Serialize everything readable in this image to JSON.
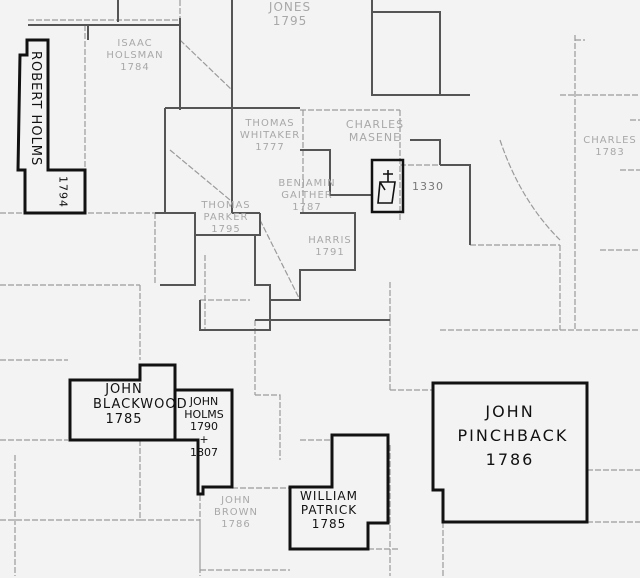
{
  "map": {
    "colors": {
      "ink": "#111111",
      "faint": "#9a9a9a",
      "paper": "#f3f3f3"
    },
    "parcels_highlighted": [
      {
        "name": "ROBERT HOLMS",
        "year": "1794"
      },
      {
        "name": "JOHN BLACKWOOD",
        "year": "1785"
      },
      {
        "name": "JOHN HOLMS",
        "year": "1790 + 1807"
      },
      {
        "name": "WILLIAM PATRICK",
        "year": "1785"
      },
      {
        "name": "JOHN PINCHBACK",
        "year": "1786"
      }
    ],
    "parcels_faint": [
      {
        "name": "JONES",
        "year": "1795"
      },
      {
        "name": "ISAAC HOLSMAN",
        "year": "1784"
      },
      {
        "name": "THOMAS WHITAKER",
        "year": "1777"
      },
      {
        "name": "CHARLES MASENE",
        "year": ""
      },
      {
        "name": "BENJAMIN GAITHER",
        "year": "1787"
      },
      {
        "name": "THOMAS PARKER",
        "year": "1795"
      },
      {
        "name": "HARRIS",
        "year": "1791"
      },
      {
        "name": "JOHN BROWN",
        "year": "1786"
      },
      {
        "name": "CHARLES",
        "year": "1783"
      }
    ],
    "church_symbol": "church-icon",
    "survey_mark": "1330"
  }
}
